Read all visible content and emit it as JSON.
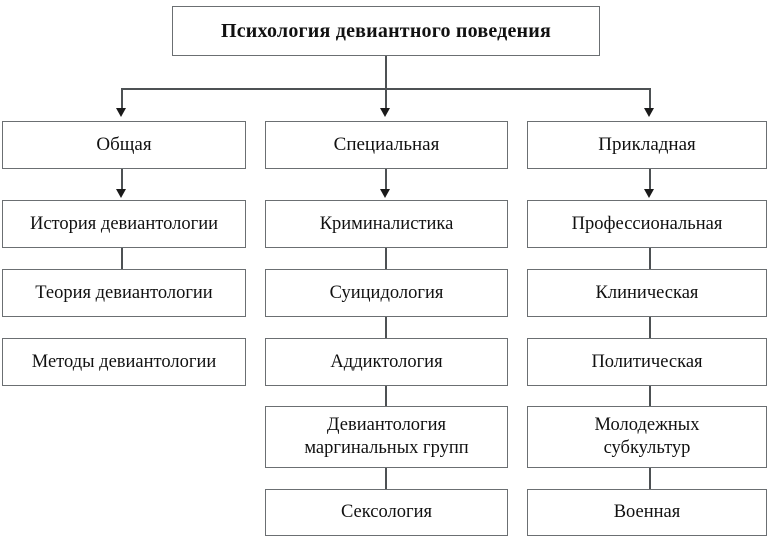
{
  "diagram": {
    "title_box": {
      "label": "Психология девиантного поведения"
    },
    "branches": [
      {
        "label": "Общая",
        "children": [
          {
            "label": "История девиантологии"
          },
          {
            "label": "Теория девиантологии"
          },
          {
            "label": "Методы девиантологии"
          }
        ]
      },
      {
        "label": "Специальная",
        "children": [
          {
            "label": "Криминалистика"
          },
          {
            "label": "Суицидология"
          },
          {
            "label": "Аддиктология"
          },
          {
            "label": "Девиантология\nмаргинальных групп"
          },
          {
            "label": "Сексология"
          }
        ]
      },
      {
        "label": "Прикладная",
        "children": [
          {
            "label": "Профессиональная"
          },
          {
            "label": "Клиническая"
          },
          {
            "label": "Политическая"
          },
          {
            "label": "Молодежных\nсубкультур"
          },
          {
            "label": "Военная"
          }
        ]
      }
    ],
    "colors": {
      "box_border": "#6b6f72",
      "connector": "#4d5154",
      "arrow": "#1a1a1a",
      "background": "#ffffff",
      "text": "#111111"
    }
  }
}
